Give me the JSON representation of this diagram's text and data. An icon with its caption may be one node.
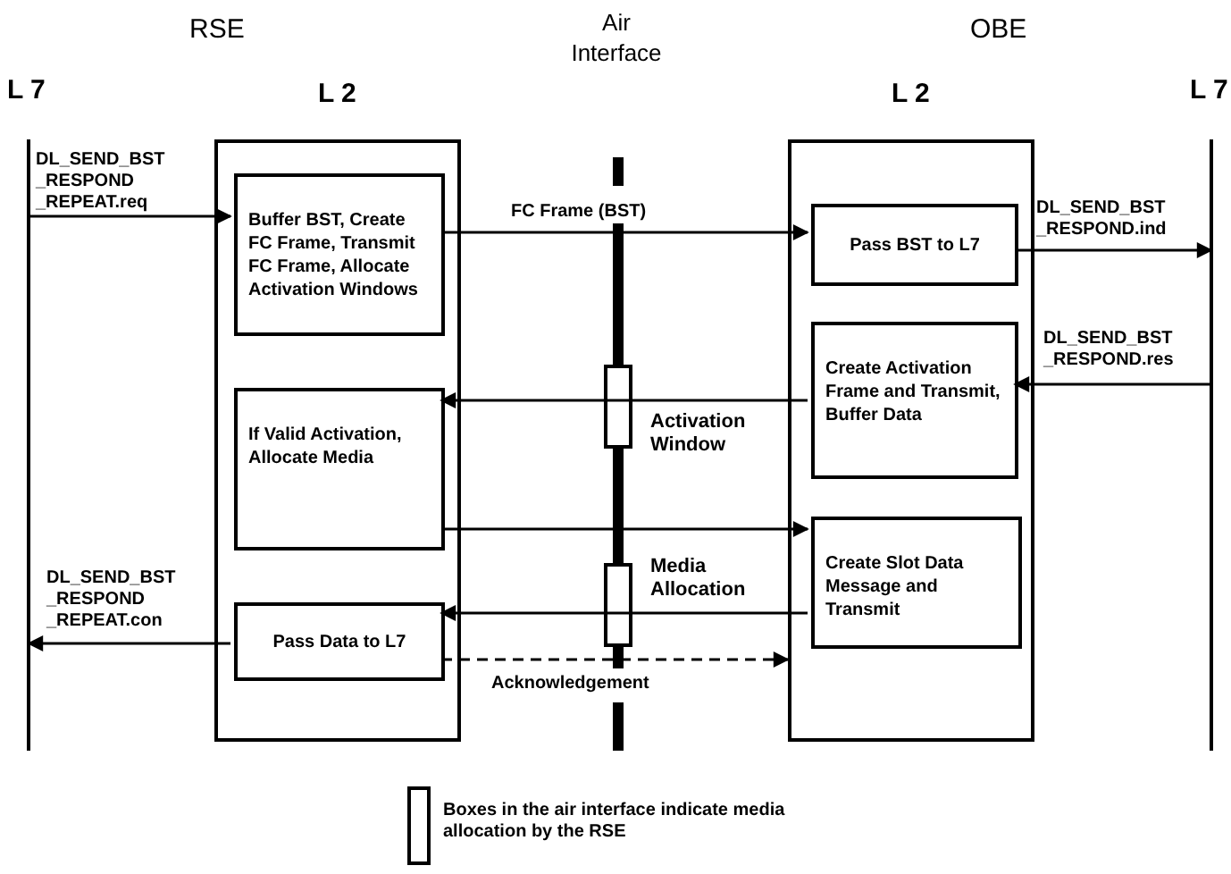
{
  "diagram": {
    "nodes": [
      {
        "text": [
          "L 7"
        ]
      },
      {
        "text": [
          "L 2"
        ]
      },
      {
        "text": [
          "Buffer BST, Create FC Frame, Transmit FC Frame, Allocate Activation Windows"
        ],
        "in": 1
      },
      {
        "text": [
          "If Valid Activation, Allocate Media"
        ],
        "in": 1
      },
      {
        "text": [
          "Pass Data to L7"
        ],
        "in": 1
      },
      {
        "text": [
          "Air Interface"
        ]
      },
      {
        "text": [
          "L 2"
        ]
      },
      {
        "text": [
          "Pass BST to L7"
        ],
        "in": 6
      },
      {
        "text": [
          "Create Activation Frame and Transmit, Buffer Data"
        ],
        "in": 6
      },
      {
        "text": [
          "Create Slot Data Message and Transmit"
        ],
        "in": 6
      },
      {
        "text": [
          "L 7"
        ]
      }
    ],
    "edges": [
      {
        "from": 0,
        "to": 2,
        "arrow": "to",
        "label": "DL_SEND_BST _RESPOND _REPEAT.req"
      },
      {
        "from": 2,
        "to": 7,
        "arrow": "to",
        "label": "FC Frame (BST)"
      },
      {
        "from": 7,
        "to": 10,
        "arrow": "to",
        "label": "DL_SEND_BST _RESPOND.ind"
      },
      {
        "from": 10,
        "to": 8,
        "arrow": "to",
        "label": "DL_SEND_BST _RESPOND.res"
      },
      {
        "from": 8,
        "to": 3,
        "arrow": "to"
      },
      {
        "from": 3,
        "to": 9,
        "arrow": "to"
      },
      {
        "from": 9,
        "to": 4,
        "arrow": "to"
      },
      {
        "from": 4,
        "to": 0,
        "arrow": "to",
        "label": "DL_SEND_BST _RESPOND _REPEAT.con"
      },
      {
        "from": 4,
        "to": 6,
        "arrow": "to",
        "label": "Acknowledgement",
        "style": "dashed"
      }
    ],
    "labels": [
      "RSE",
      "OBE",
      "Activation Window",
      "Media Allocation"
    ],
    "legend": [
      {
        "text": "Boxes in the air interface indicate media allocation by the RSE"
      }
    ]
  }
}
